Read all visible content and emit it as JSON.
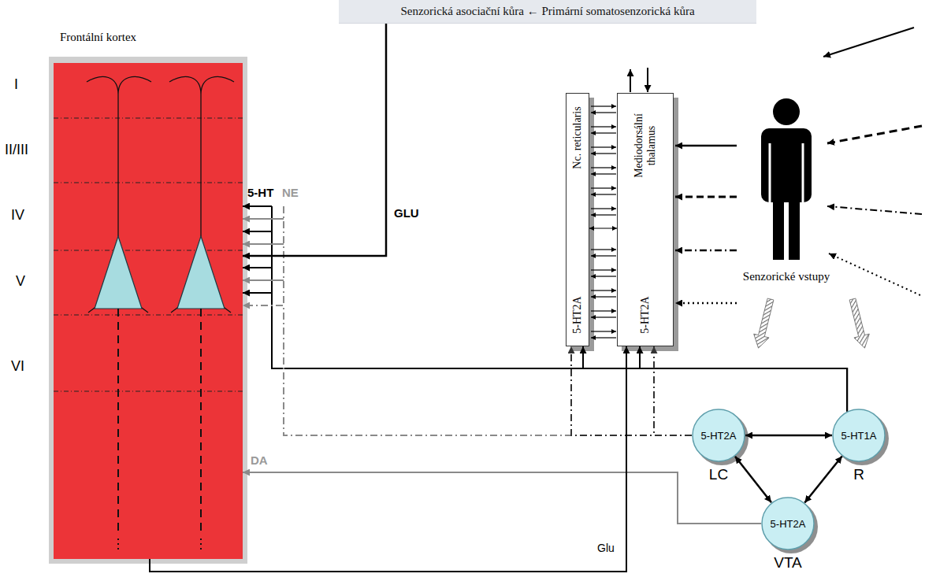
{
  "diagram": {
    "nodes": [
      {
        "text": [
          "Senzorická asociační kůra ← Primární somatosenzorická kůra"
        ]
      },
      {
        "text": [
          "Frontální kortex"
        ]
      },
      {
        "text": [
          "Nc. reticularis",
          "5-HT2A"
        ]
      },
      {
        "text": [
          "Mediodorsální thalamus",
          "5-HT2A"
        ]
      },
      {
        "text": [
          "5-HT2A",
          "LC"
        ]
      },
      {
        "text": [
          "5-HT1A",
          "R"
        ]
      },
      {
        "text": [
          "5-HT2A",
          "VTA"
        ]
      }
    ],
    "edges": [
      {
        "from": 0,
        "to": 1,
        "label": "GLU",
        "arrow": "to"
      },
      {
        "from": 5,
        "to": 1,
        "label": "5-HT",
        "arrow": "to"
      },
      {
        "from": 5,
        "to": 2,
        "arrow": "to"
      },
      {
        "from": 5,
        "to": 3,
        "arrow": "to"
      },
      {
        "from": 4,
        "to": 1,
        "label": "NE",
        "arrow": "to"
      },
      {
        "from": 4,
        "to": 2,
        "arrow": "to"
      },
      {
        "from": 4,
        "to": 3,
        "arrow": "to"
      },
      {
        "from": 6,
        "to": 1,
        "label": "DA",
        "arrow": "to"
      },
      {
        "from": 1,
        "to": 3,
        "label": "Glu",
        "arrow": "to"
      },
      {
        "from": 2,
        "to": 3,
        "arrow": "both"
      },
      {
        "from": 4,
        "to": 5,
        "arrow": "both"
      },
      {
        "from": 4,
        "to": 6,
        "arrow": "both"
      },
      {
        "from": 5,
        "to": 6,
        "arrow": "both"
      }
    ],
    "labels": [
      "I",
      "II/III",
      "IV",
      "V",
      "VI",
      "Senzorické vstupy"
    ]
  }
}
